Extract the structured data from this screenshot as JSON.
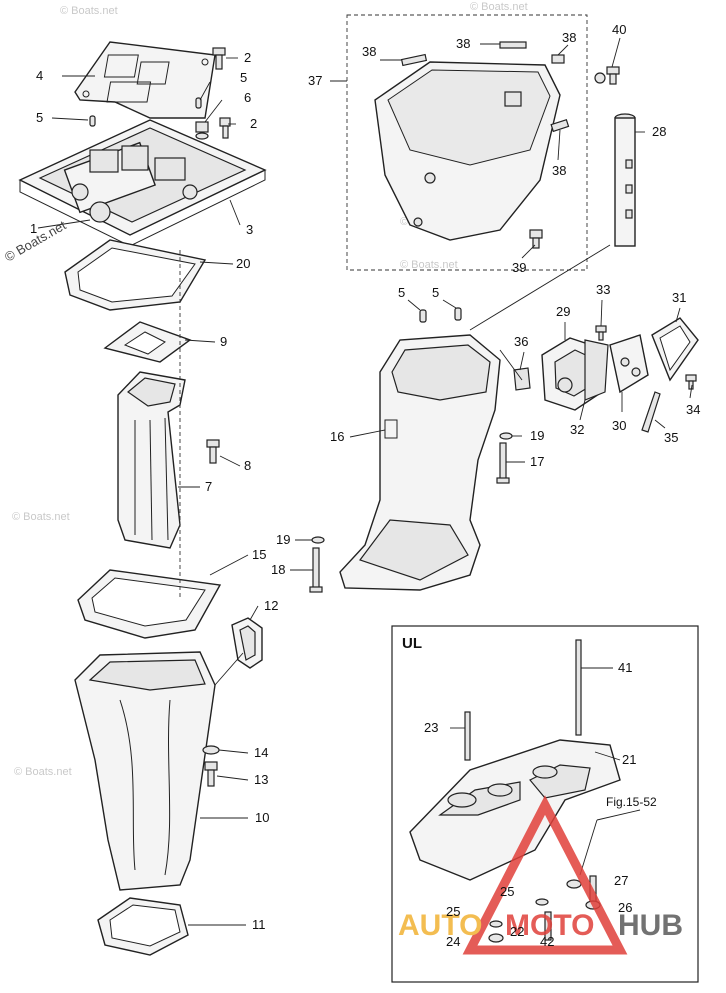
{
  "callouts": [
    "1",
    "2",
    "2",
    "3",
    "4",
    "5",
    "5",
    "5",
    "5",
    "6",
    "7",
    "8",
    "9",
    "10",
    "11",
    "12",
    "13",
    "14",
    "15",
    "16",
    "17",
    "18",
    "19",
    "19",
    "20",
    "21",
    "22",
    "23",
    "24",
    "25",
    "25",
    "26",
    "27",
    "28",
    "29",
    "30",
    "31",
    "32",
    "33",
    "34",
    "35",
    "36",
    "37",
    "38",
    "38",
    "38",
    "38",
    "39",
    "40",
    "41",
    "42"
  ],
  "inset": {
    "title": "UL",
    "reference": "Fig.15-52"
  },
  "watermark": "© Boats.net",
  "brand": {
    "part1": "AUTO",
    "part2": "MOTO",
    "part3": "HUB",
    "colors": {
      "auto": "#f2b233",
      "moto": "#e0403a",
      "hub": "#5a5a5a"
    }
  }
}
